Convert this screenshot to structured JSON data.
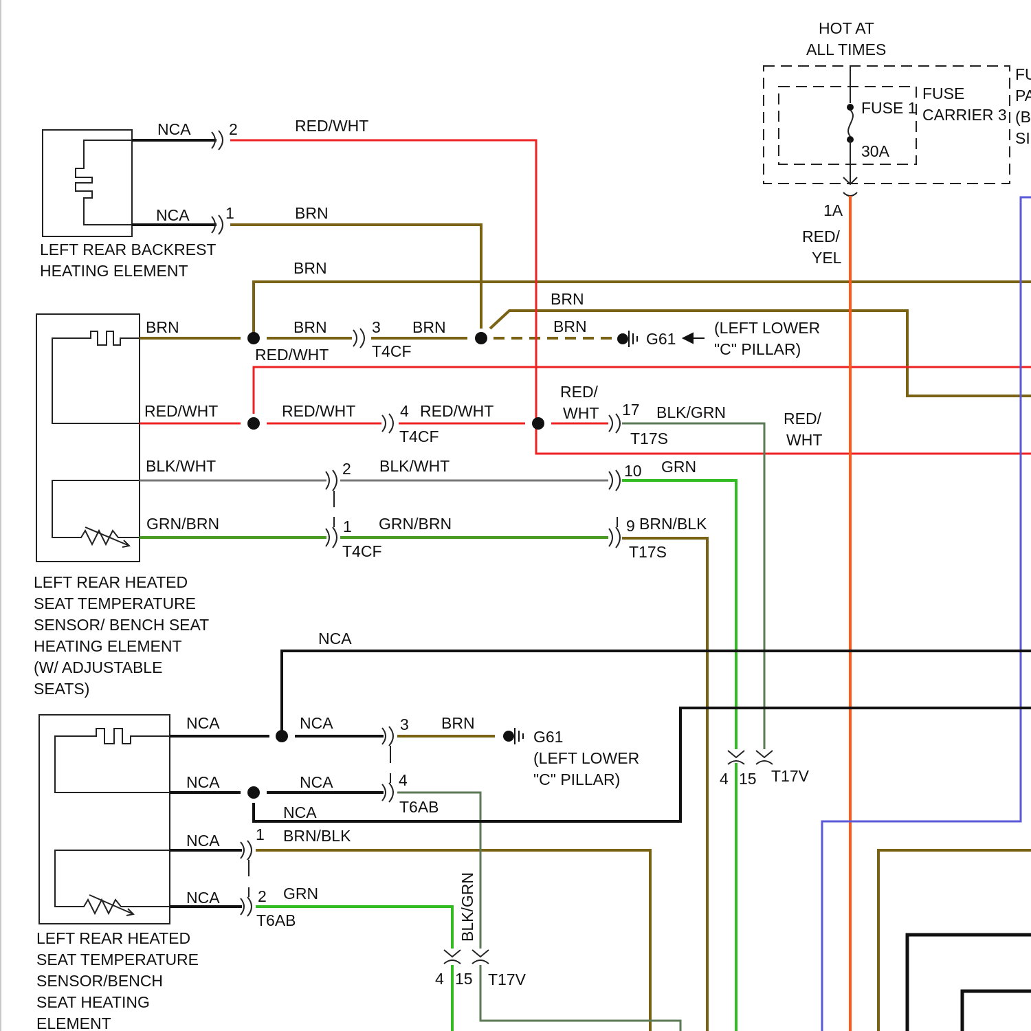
{
  "colors": {
    "RED": "#ee2222",
    "BRN": "#7a6214",
    "BLK": "#111111",
    "GRY": "#777777",
    "GRN": "#33bb22",
    "GRNDARK": "#5b7a55",
    "BLU": "#5a5ad8",
    "ORG": "#ff5a1a",
    "BOX": "#222222"
  },
  "labels": {
    "hot_1": "HOT AT",
    "hot_2": "ALL TIMES",
    "fuse_carrier_1": "FUSE",
    "fuse_carrier_2": "CARRIER 3",
    "fuse_1": "FUSE 1",
    "fuse_amp": "30A",
    "panel_1": "FU",
    "panel_2": "PA",
    "panel_3": "(B",
    "panel_4": "SI",
    "term_1a": "1A",
    "wire_red_yel_1": "RED/",
    "wire_red_yel_2": "YEL",
    "backrest_1": "LEFT REAR BACKREST",
    "backrest_2": "HEATING ELEMENT",
    "backrest_nca_top": "NCA",
    "backrest_pin_2": "2",
    "backrest_redwht": "RED/WHT",
    "backrest_nca_bot": "NCA",
    "backrest_pin_1": "1",
    "backrest_brn": "BRN",
    "brn_bus": "BRN",
    "brn_right_top": "BRN",
    "sensor_brn": "BRN",
    "brn_mid": "BRN",
    "t4cf_pin_3": "3",
    "t4cf_brn_after3": "BRN",
    "t4cf_label_3": "T4CF",
    "redwht_under": "RED/WHT",
    "brn_dash": "BRN",
    "g61_top": "G61",
    "g61_top_loc_1": "(LEFT LOWER",
    "g61_top_loc_2": "\"C\" PILLAR)",
    "sensor_redwht": "RED/WHT",
    "redwht_mid": "RED/WHT",
    "t4cf_pin_4": "4",
    "t4cf_redwht_after4": "RED/WHT",
    "t4cf_label_4": "T4CF",
    "red_wht_split_1": "RED/",
    "red_wht_split_2": "WHT",
    "t17s_pin_17": "17",
    "blk_grn": "BLK/GRN",
    "t17s_label_17": "T17S",
    "red_wht_right_1": "RED/",
    "red_wht_right_2": "WHT",
    "sensor_blkwht": "BLK/WHT",
    "t4cf_pin_2": "2",
    "blkwht_mid": "BLK/WHT",
    "t17s_pin_10": "10",
    "grn_10": "GRN",
    "sensor_grnbrn": "GRN/BRN",
    "t4cf_pin_1": "1",
    "grnbrn_mid": "GRN/BRN",
    "t4cf_label_1": "T4CF",
    "t17s_pin_9": "9",
    "brn_blk_9": "BRN/BLK",
    "t17s_label_9": "T17S",
    "sensor1_1": "LEFT REAR HEATED",
    "sensor1_2": "SEAT TEMPERATURE",
    "sensor1_3": "SENSOR/ BENCH SEAT",
    "sensor1_4": "HEATING ELEMENT",
    "sensor1_5": "(W/ ADJUSTABLE",
    "sensor1_6": "SEATS)",
    "nca_top_bus": "NCA",
    "s2_nca_a": "NCA",
    "s2_nca_a_mid": "NCA",
    "t6ab_pin_3": "3",
    "t6ab_brn": "BRN",
    "g61_bot": "G61",
    "g61_bot_loc_1": "(LEFT LOWER",
    "g61_bot_loc_2": "\"C\" PILLAR)",
    "s2_nca_b": "NCA",
    "s2_nca_b_mid": "NCA",
    "t6ab_pin_4": "4",
    "t6ab_label_4": "T6AB",
    "s2_nca_b_under": "NCA",
    "s2_nca_c": "NCA",
    "t6ab_pin_1": "1",
    "t6ab_brnblk": "BRN/BLK",
    "s2_nca_d": "NCA",
    "t6ab_pin_2": "2",
    "t6ab_grn": "GRN",
    "t6ab_label_2": "T6AB",
    "blk_grn_vertical": "BLK/GRN",
    "t17v_r_4": "4",
    "t17v_r_15": "15",
    "t17v_r_label": "T17V",
    "t17v_b_4": "4",
    "t17v_b_15": "15",
    "t17v_b_label": "T17V",
    "sensor2_1": "LEFT REAR HEATED",
    "sensor2_2": "SEAT TEMPERATURE",
    "sensor2_3": "SENSOR/BENCH",
    "sensor2_4": "SEAT HEATING",
    "sensor2_5": "ELEMENT"
  }
}
